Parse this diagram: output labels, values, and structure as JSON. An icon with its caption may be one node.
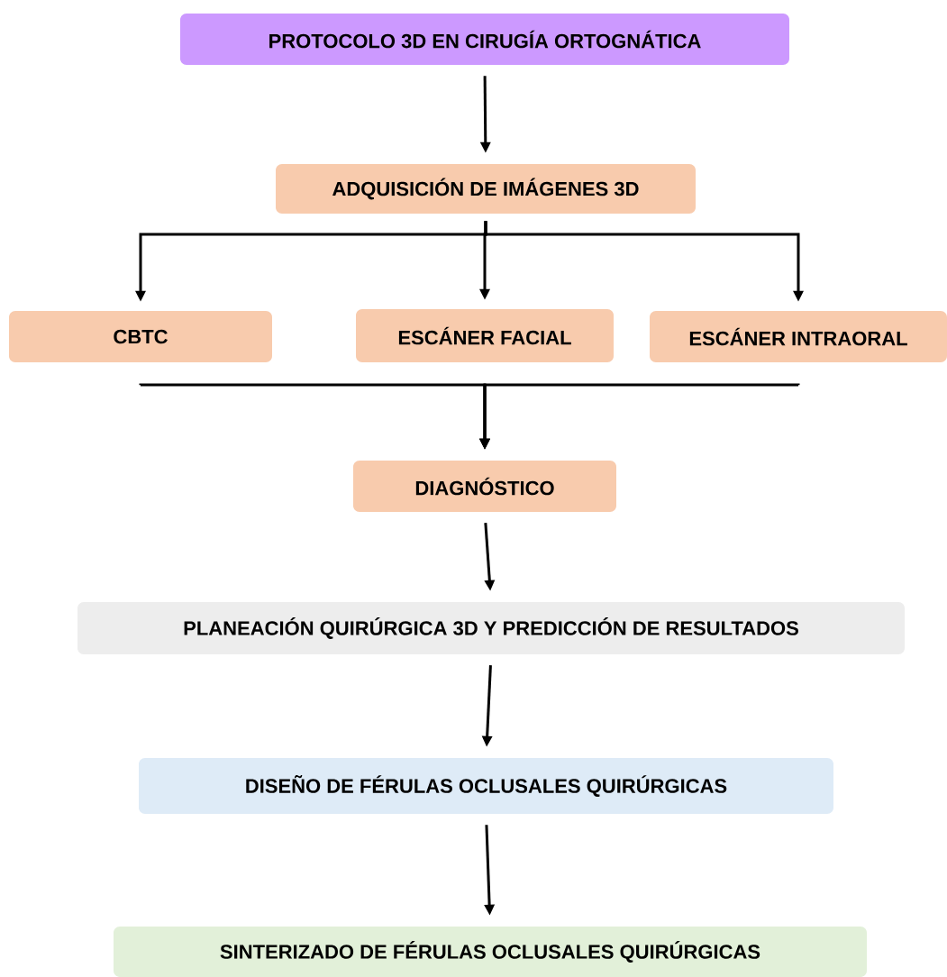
{
  "diagram": {
    "nodes": [
      {
        "text": [
          "PROTOCOLO 3D EN CIRUGÍA ORTOGNÁTICA"
        ]
      },
      {
        "text": [
          "ADQUISICIÓN DE IMÁGENES 3D"
        ]
      },
      {
        "text": [
          "CBTC"
        ]
      },
      {
        "text": [
          "ESCÁNER FACIAL"
        ]
      },
      {
        "text": [
          "ESCÁNER INTRAORAL"
        ]
      },
      {
        "text": [
          "DIAGNÓSTICO"
        ]
      },
      {
        "text": [
          "PLANEACIÓN QUIRÚRGICA 3D Y PREDICCIÓN DE RESULTADOS"
        ]
      },
      {
        "text": [
          "DISEÑO DE FÉRULAS OCLUSALES QUIRÚRGICAS"
        ]
      },
      {
        "text": [
          "SINTERIZADO DE FÉRULAS OCLUSALES QUIRÚRGICAS"
        ]
      }
    ],
    "edges": [
      {
        "from": 0,
        "to": 1,
        "arrow": "to"
      },
      {
        "from": 1,
        "to": 2,
        "arrow": "to"
      },
      {
        "from": 1,
        "to": 3,
        "arrow": "to"
      },
      {
        "from": 1,
        "to": 4,
        "arrow": "to"
      },
      {
        "from": 2,
        "to": 5,
        "arrow": "to"
      },
      {
        "from": 3,
        "to": 5,
        "arrow": "to"
      },
      {
        "from": 4,
        "to": 5,
        "arrow": "to"
      },
      {
        "from": 5,
        "to": 6,
        "arrow": "to"
      },
      {
        "from": 6,
        "to": 7,
        "arrow": "to"
      },
      {
        "from": 7,
        "to": 8,
        "arrow": "to"
      }
    ]
  }
}
